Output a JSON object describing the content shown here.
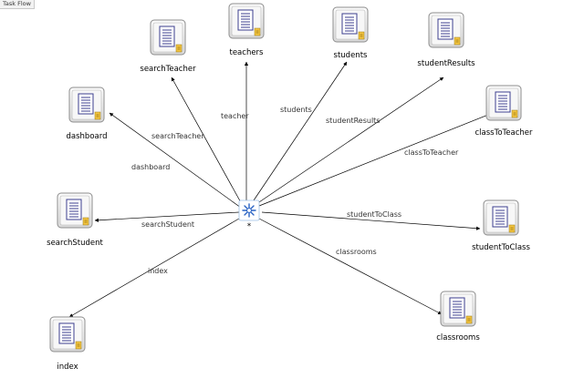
{
  "tab": {
    "label": "Task Flow"
  },
  "hub": {
    "label": "*"
  },
  "nodes": {
    "teachers": "teachers",
    "students": "students",
    "searchTeacher": "searchTeacher",
    "studentResults": "studentResults",
    "dashboard": "dashboard",
    "classToTeacher": "classToTeacher",
    "searchStudent": "searchStudent",
    "studentToClass": "studentToClass",
    "classrooms": "classrooms",
    "index": "index"
  },
  "edges": {
    "teacher": "teacher",
    "students": "students",
    "searchTeacher": "searchTeacher",
    "studentResults": "studentResults",
    "dashboard": "dashboard",
    "classToTeacher": "classToTeacher",
    "searchStudent": "searchStudent",
    "studentToClass": "studentToClass",
    "classrooms": "classrooms",
    "index": "index"
  },
  "colors": {
    "edge": "#000000",
    "doc": "#3c3f8f",
    "badge": "#f3c440",
    "hub": "#2a63c4"
  },
  "icons": {
    "node": "page-document-icon",
    "hub": "wildcard-control-flow-icon"
  }
}
